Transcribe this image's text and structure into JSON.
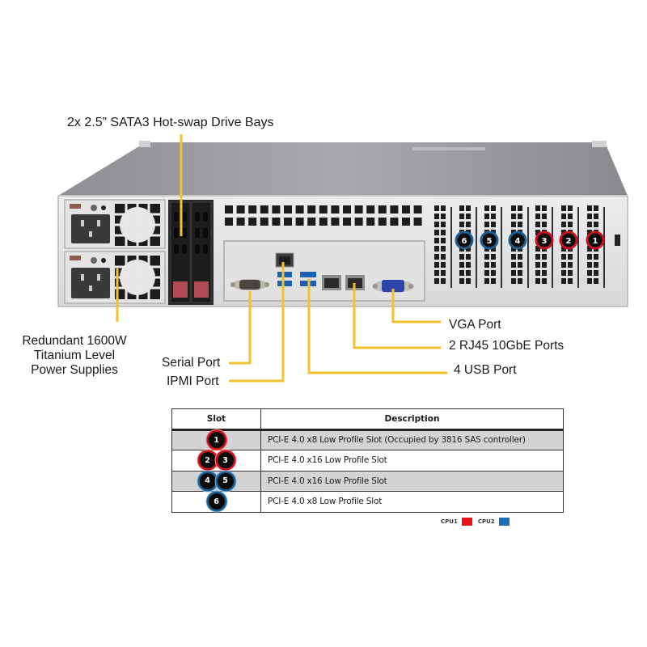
{
  "callouts": {
    "drive_bays": "2x 2.5” SATA3 Hot-swap Drive Bays",
    "power_supplies": [
      "Redundant  1600W",
      "Titanium  Level",
      "Power Supplies"
    ],
    "serial_port": "Serial Port",
    "ipmi_port": "IPMI  Port",
    "vga_port": "VGA Port",
    "rj45_ports": "2 RJ45 10GbE Ports",
    "usb_ports": "4 USB Port"
  },
  "chassis_slot_badges": [
    {
      "number": "6",
      "cpu": "cpu2"
    },
    {
      "number": "5",
      "cpu": "cpu2"
    },
    {
      "number": "4",
      "cpu": "cpu2"
    },
    {
      "number": "3",
      "cpu": "cpu1"
    },
    {
      "number": "2",
      "cpu": "cpu1"
    },
    {
      "number": "1",
      "cpu": "cpu1"
    }
  ],
  "table": {
    "headers": {
      "slot": "Slot",
      "description": "Description"
    },
    "rows": [
      {
        "slots": [
          {
            "number": "1",
            "cpu": "cpu1"
          }
        ],
        "description": "PCI-E 4.0 x8 Low  Profile Slot (Occupied by 3816 SAS  controller)",
        "shaded": true
      },
      {
        "slots": [
          {
            "number": "2",
            "cpu": "cpu1"
          },
          {
            "number": "3",
            "cpu": "cpu1"
          }
        ],
        "description": "PCI-E 4.0 x16 Low  Profile Slot",
        "shaded": false
      },
      {
        "slots": [
          {
            "number": "4",
            "cpu": "cpu2"
          },
          {
            "number": "5",
            "cpu": "cpu2"
          }
        ],
        "description": "PCI-E 4.0 x16 Low  Profile Slot",
        "shaded": true
      },
      {
        "slots": [
          {
            "number": "6",
            "cpu": "cpu2"
          }
        ],
        "description": "PCI-E 4.0 x8 Low  Profile Slot",
        "shaded": false
      }
    ]
  },
  "legend": [
    {
      "label": "CPU1",
      "color": "#e8141c"
    },
    {
      "label": "CPU2",
      "color": "#1a6fb8"
    }
  ],
  "colors": {
    "leader_line": "#f2c12e",
    "cpu1_ring": "#c8121e",
    "cpu2_ring": "#1d5e8f"
  }
}
